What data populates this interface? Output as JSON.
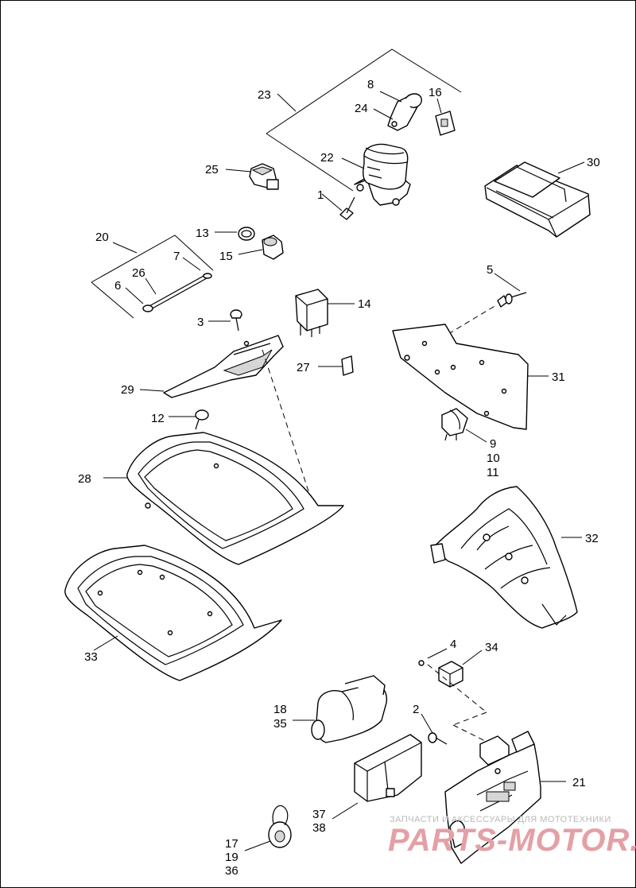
{
  "callouts": {
    "c1": "1",
    "c2": "2",
    "c3": "3",
    "c4": "4",
    "c5": "5",
    "c6": "6",
    "c7": "7",
    "c8": "8",
    "c9": "9",
    "c10": "10",
    "c11": "11",
    "c12": "12",
    "c13": "13",
    "c14": "14",
    "c15": "15",
    "c16": "16",
    "c17": "17",
    "c18": "18",
    "c19": "19",
    "c20": "20",
    "c21": "21",
    "c22": "22",
    "c23": "23",
    "c24": "24",
    "c25": "25",
    "c26": "26",
    "c27": "27",
    "c28": "28",
    "c29": "29",
    "c30": "30",
    "c31": "31",
    "c32": "32",
    "c33": "33",
    "c34": "34",
    "c35": "35",
    "c36": "36",
    "c37": "37",
    "c38": "38"
  },
  "watermark": {
    "tagline": "ЗАПЧАСТИ И АКСЕССУАРЫ ДЛЯ МОТОТЕХНИКИ",
    "brand": "PARTS-MOTOR.RU"
  }
}
